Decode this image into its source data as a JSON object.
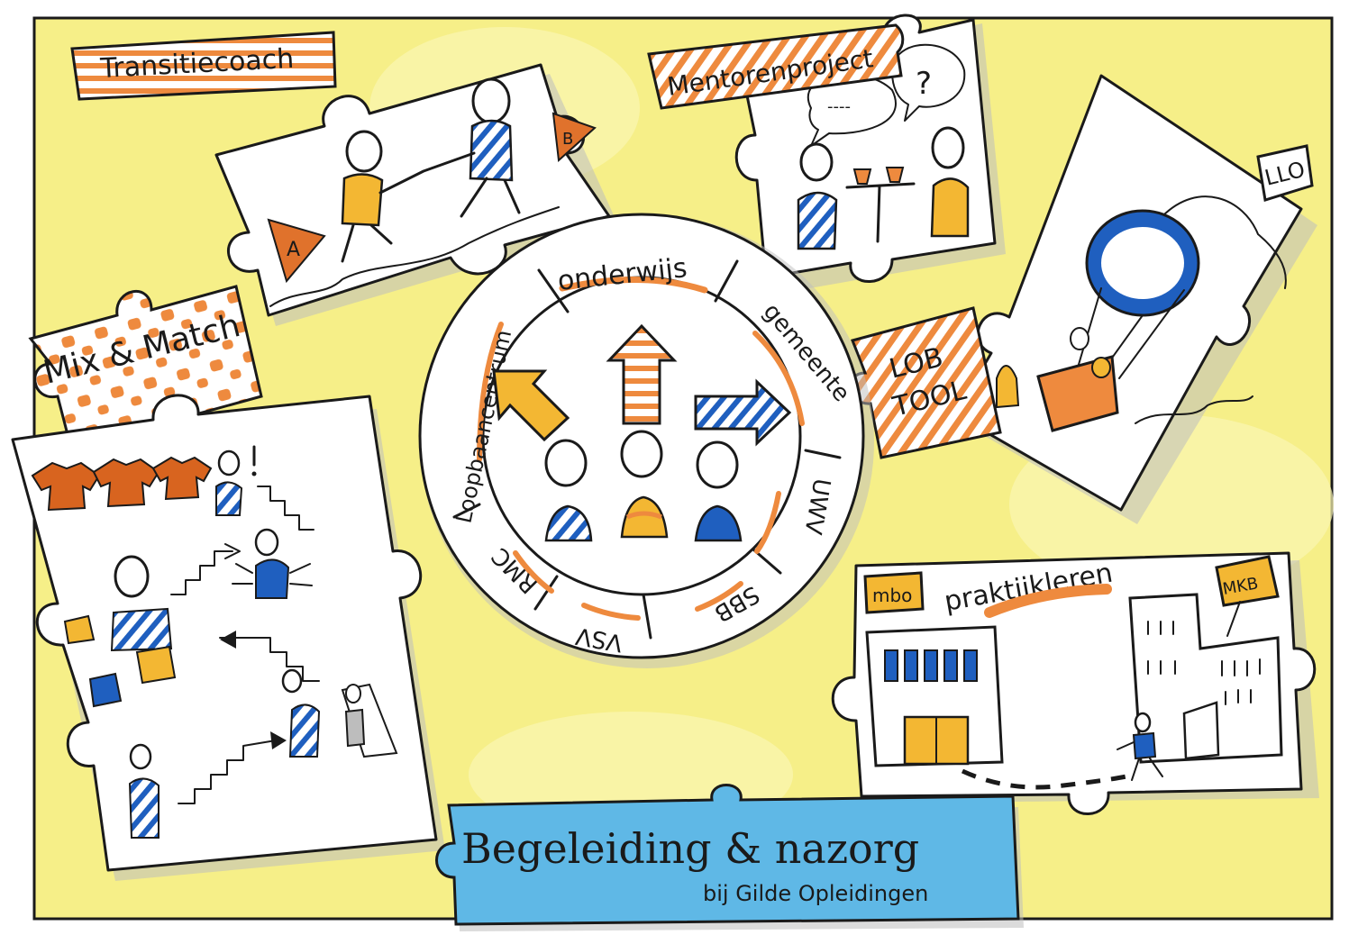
{
  "colors": {
    "yellow_wash": "#f6ef88",
    "orange": "#ee8a3e",
    "blue": "#1f5fbf",
    "light_blue": "#5fb8e6",
    "gold": "#f3b733",
    "ink": "#1a1a1a"
  },
  "banners": {
    "transitiecoach": "Transitiecoach",
    "mentorenproject": "Mentorenproject",
    "llo": "LLO",
    "mix_match": "Mix & Match",
    "lob_tool_line1": "LOB",
    "lob_tool_line2": "TOOL"
  },
  "flags": {
    "a": "A",
    "b": "B"
  },
  "speech": {
    "dots": "----",
    "question": "?"
  },
  "wheel": {
    "top": "onderwijs",
    "right": "gemeente",
    "left": "Loopbaancentrum",
    "bottom_right_1": "UWV",
    "bottom_right_2": "SBB",
    "bottom_left_1": "VSV",
    "bottom_left_2": "RMC"
  },
  "practice": {
    "title": "praktijkleren",
    "sign_left": "mbo",
    "sign_right": "MKB"
  },
  "footer": {
    "title": "Begeleiding & nazorg",
    "subtitle": "bij Gilde Opleidingen"
  }
}
